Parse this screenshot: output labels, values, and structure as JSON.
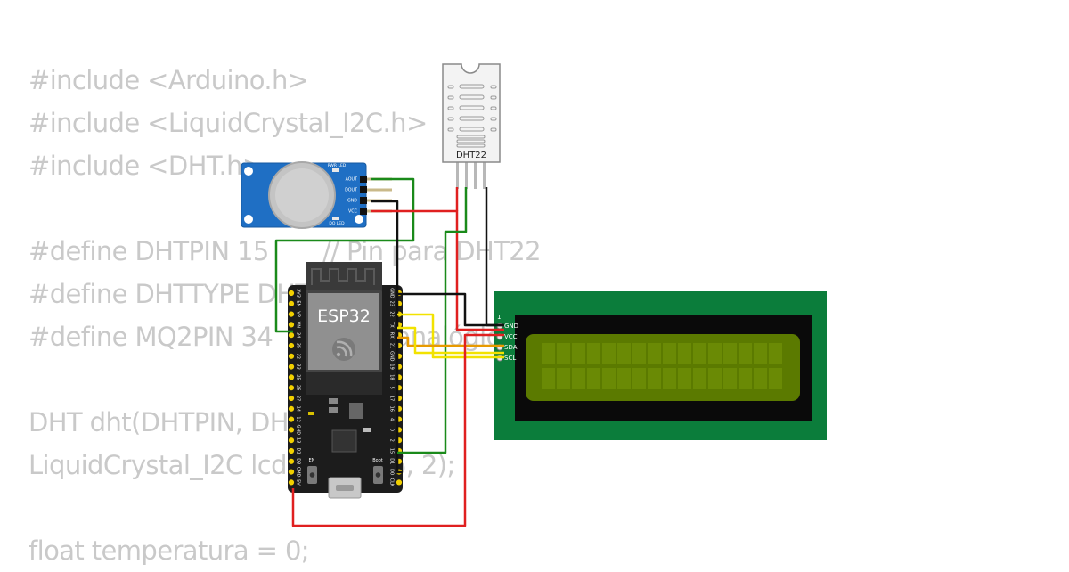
{
  "code_lines": [
    "#include <Arduino.h>",
    "#include <LiquidCrystal_I2C.h>",
    "#include <DHT.h>",
    "",
    "#define DHTPIN 15       // Pin para DHT22",
    "#define DHTTYPE DHT22",
    "#define MQ2PIN 34       // Pin analógico",
    "",
    "DHT dht(DHTPIN, DHTTYPE);",
    "LiquidCrystal_I2C lcd(0x27, 16, 2);",
    "",
    "float temperatura = 0;"
  ],
  "dht22": {
    "label": "DHT22"
  },
  "mq2": {
    "pins": [
      "AOUT",
      "DOUT",
      "GND",
      "VCC"
    ],
    "pwr_led": "PWR LED",
    "do_led": "DO LED"
  },
  "esp32": {
    "label": "ESP32",
    "left_pins": [
      "3V3",
      "EN",
      "VP",
      "VN",
      "34",
      "35",
      "32",
      "33",
      "25",
      "26",
      "27",
      "14",
      "12",
      "GND",
      "13",
      "D2",
      "D3",
      "CMD",
      "5V"
    ],
    "right_pins": [
      "GND",
      "23",
      "22",
      "TX",
      "RX",
      "21",
      "GND",
      "19",
      "18",
      "5",
      "17",
      "16",
      "4",
      "0",
      "2",
      "15",
      "D1",
      "D0",
      "CLK"
    ],
    "en_label": "EN",
    "boot_label": "Boot"
  },
  "lcd": {
    "pin1": "1",
    "pins": [
      "GND",
      "VCC",
      "SDA",
      "SCL"
    ]
  },
  "colors": {
    "wire_green": "#1a8a1a",
    "wire_red": "#e02020",
    "wire_black": "#111111",
    "wire_yellow": "#f2e200",
    "wire_orange": "#e89a00",
    "lcd_pcb": "#0b7d3b",
    "lcd_screen": "#5b7a00",
    "mq2_pcb": "#1f6fc4",
    "esp32_board": "#1c1c1c",
    "code_text": "#c9c9c9"
  }
}
